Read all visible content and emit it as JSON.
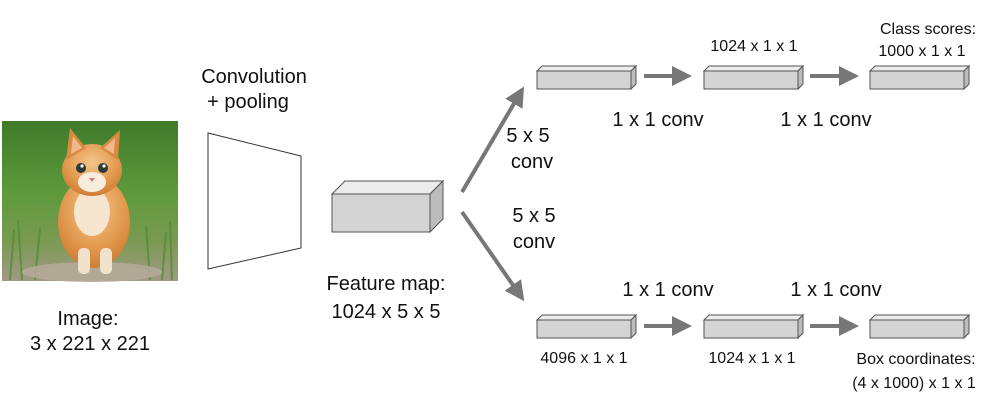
{
  "image": {
    "label_line1": "Image:",
    "label_line2": "3 x 221 x 221",
    "subject_icon": "kitten-photo"
  },
  "conv_pool": {
    "label_line1": "Convolution",
    "label_line2": "+ pooling"
  },
  "feature_map": {
    "label_line1": "Feature map:",
    "label_line2": "1024 x 5 x 5"
  },
  "classification_branch": {
    "branch_conv_line1": "5 x 5",
    "branch_conv_line2": "conv",
    "block2_label": "1024 x 1 x 1",
    "conv1_label": "1 x 1 conv",
    "conv2_label": "1 x 1 conv",
    "output_label_line1": "Class scores:",
    "output_label_line2": "1000 x 1 x 1"
  },
  "regression_branch": {
    "branch_conv_line1": "5 x 5",
    "branch_conv_line2": "conv",
    "block1_label": "4096 x 1 x 1",
    "block2_label": "1024 x 1 x 1",
    "conv1_label": "1 x 1 conv",
    "conv2_label": "1 x 1 conv",
    "output_label_line1": "Box coordinates:",
    "output_label_line2": "(4 x 1000) x 1 x 1"
  },
  "colors": {
    "block_front": "#d4d4d4",
    "block_top": "#ececec",
    "block_side": "#bcbcbc",
    "arrow": "#777777",
    "outline": "#333333"
  }
}
